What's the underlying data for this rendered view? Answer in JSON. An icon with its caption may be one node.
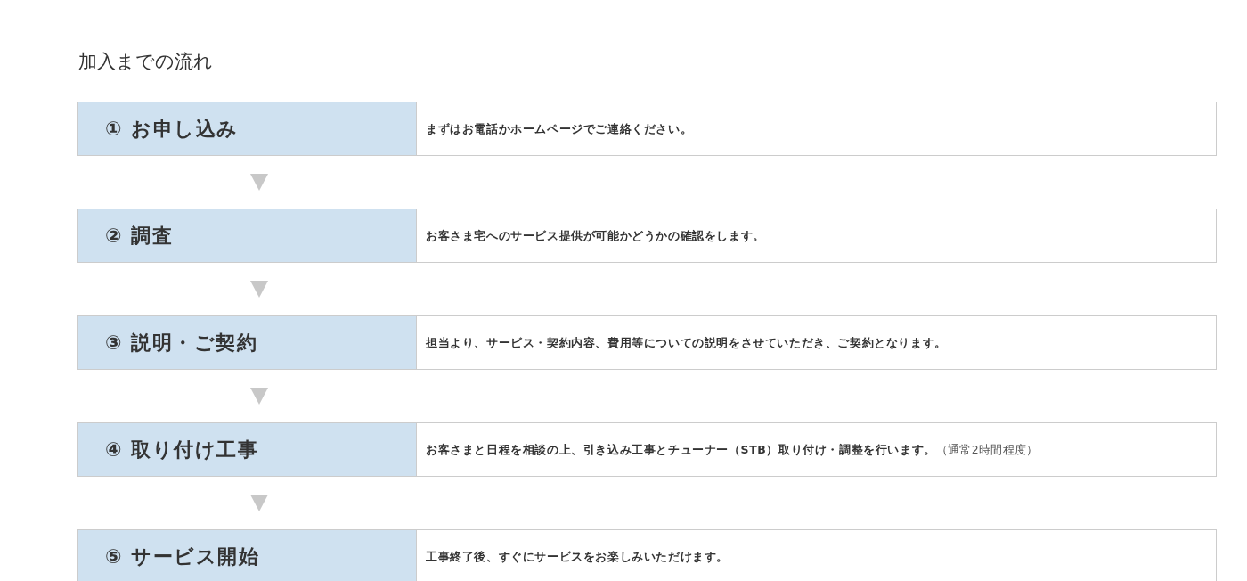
{
  "diagram": {
    "title": "加入までの流れ",
    "nodes": [
      {
        "text": [
          "① お申し込み",
          "まずはお電話かホームページでご連絡ください。"
        ]
      },
      {
        "text": [
          "② 調査",
          "お客さま宅へのサービス提供が可能かどうかの確認をします。"
        ]
      },
      {
        "text": [
          "③ 説明・ご契約",
          "担当より、サービス・契約内容、費用等についての説明をさせていただき、ご契約となります。"
        ]
      },
      {
        "text": [
          "④ 取り付け工事",
          "お客さまと日程を相談の上、引き込み工事とチューナー（STB）取り付け・調整を行います。",
          "（通常2時間程度）"
        ]
      },
      {
        "text": [
          "⑤ サービス開始",
          "工事終了後、すぐにサービスをお楽しみいただけます。"
        ]
      }
    ],
    "edges": [
      {
        "from": 0,
        "to": 1,
        "arrow": "to"
      },
      {
        "from": 1,
        "to": 2,
        "arrow": "to"
      },
      {
        "from": 2,
        "to": 3,
        "arrow": "to"
      },
      {
        "from": 3,
        "to": 4,
        "arrow": "to"
      }
    ]
  }
}
